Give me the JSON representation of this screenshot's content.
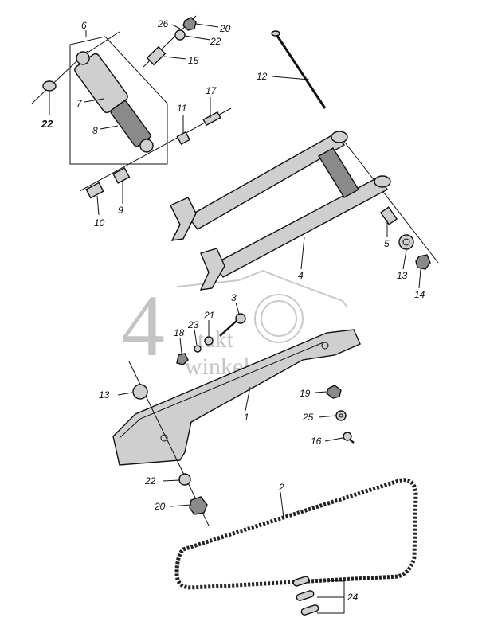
{
  "diagram": {
    "watermark": {
      "big": "4",
      "line1": "takt",
      "line2": "winkel"
    },
    "callouts": [
      {
        "id": "c26",
        "text": "26",
        "bold": false
      },
      {
        "id": "c20a",
        "text": "20",
        "bold": false
      },
      {
        "id": "c22a",
        "text": "22",
        "bold": false
      },
      {
        "id": "c6",
        "text": "6",
        "bold": false
      },
      {
        "id": "c15",
        "text": "15",
        "bold": false
      },
      {
        "id": "c22b",
        "text": "22",
        "bold": true
      },
      {
        "id": "c7",
        "text": "7",
        "bold": false
      },
      {
        "id": "c8",
        "text": "8",
        "bold": false
      },
      {
        "id": "c11",
        "text": "11",
        "bold": false
      },
      {
        "id": "c17",
        "text": "17",
        "bold": false
      },
      {
        "id": "c12",
        "text": "12",
        "bold": false
      },
      {
        "id": "c10",
        "text": "10",
        "bold": false
      },
      {
        "id": "c9",
        "text": "9",
        "bold": false
      },
      {
        "id": "c5",
        "text": "5",
        "bold": false
      },
      {
        "id": "c4",
        "text": "4",
        "bold": false
      },
      {
        "id": "c13a",
        "text": "13",
        "bold": false
      },
      {
        "id": "c14",
        "text": "14",
        "bold": false
      },
      {
        "id": "c3",
        "text": "3",
        "bold": false
      },
      {
        "id": "c23",
        "text": "23",
        "bold": false
      },
      {
        "id": "c21",
        "text": "21",
        "bold": false
      },
      {
        "id": "c18",
        "text": "18",
        "bold": false
      },
      {
        "id": "c13b",
        "text": "13",
        "bold": false
      },
      {
        "id": "c1",
        "text": "1",
        "bold": false
      },
      {
        "id": "c19",
        "text": "19",
        "bold": false
      },
      {
        "id": "c25",
        "text": "25",
        "bold": false
      },
      {
        "id": "c16",
        "text": "16",
        "bold": false
      },
      {
        "id": "c22c",
        "text": "22",
        "bold": false
      },
      {
        "id": "c20b",
        "text": "20",
        "bold": false
      },
      {
        "id": "c2",
        "text": "2",
        "bold": false
      },
      {
        "id": "c24",
        "text": "24",
        "bold": false
      }
    ]
  }
}
